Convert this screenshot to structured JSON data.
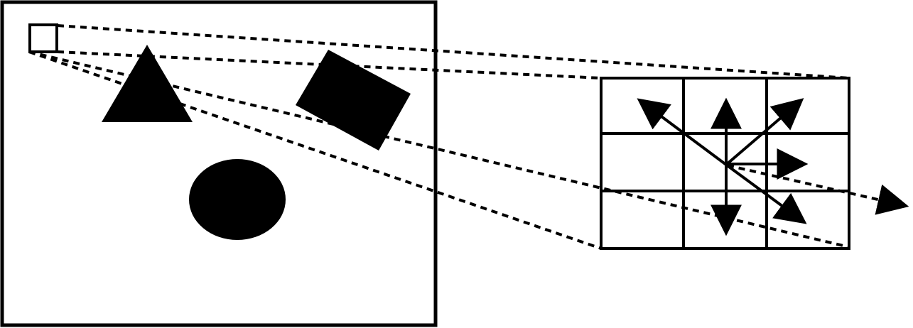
{
  "diagram": {
    "colors": {
      "stroke": "#000000",
      "fill": "#000000",
      "background": "#ffffff"
    },
    "scene": {
      "shapes": [
        "triangle",
        "rotated-square",
        "ellipse"
      ],
      "patch": "small-square"
    },
    "grid": {
      "rows": 3,
      "cols": 3
    },
    "arrows": [
      "up-left",
      "up",
      "up-right",
      "right",
      "down-right",
      "down"
    ],
    "projection_lines": "dashed"
  }
}
